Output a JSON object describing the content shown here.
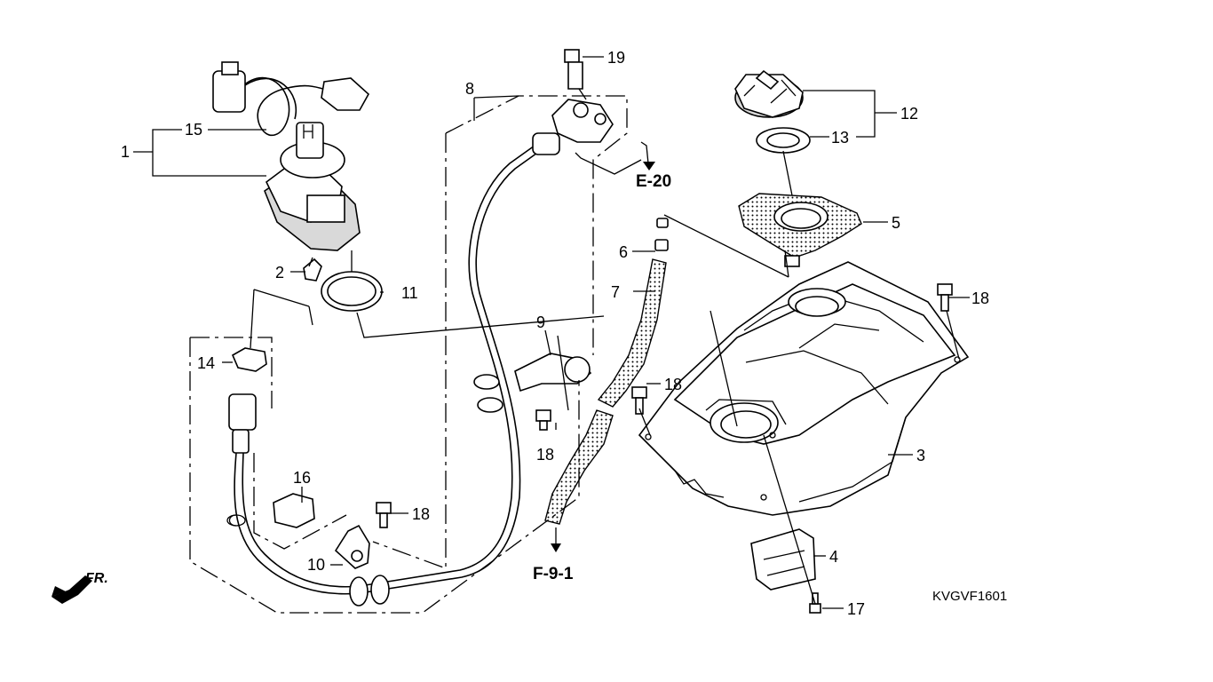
{
  "diagram": {
    "drawing_code": "KVGVF1601",
    "front_label": "FR.",
    "references": {
      "e20": "E-20",
      "f91": "F-9-1"
    },
    "callouts": {
      "c1": "1",
      "c2": "2",
      "c3": "3",
      "c4": "4",
      "c5": "5",
      "c6": "6",
      "c7": "7",
      "c8": "8",
      "c9": "9",
      "c10": "10",
      "c11": "11",
      "c12": "12",
      "c13": "13",
      "c14": "14",
      "c15": "15",
      "c16": "16",
      "c17": "17",
      "c18a": "18",
      "c18b": "18",
      "c18c": "18",
      "c18d": "18",
      "c19": "19"
    }
  }
}
